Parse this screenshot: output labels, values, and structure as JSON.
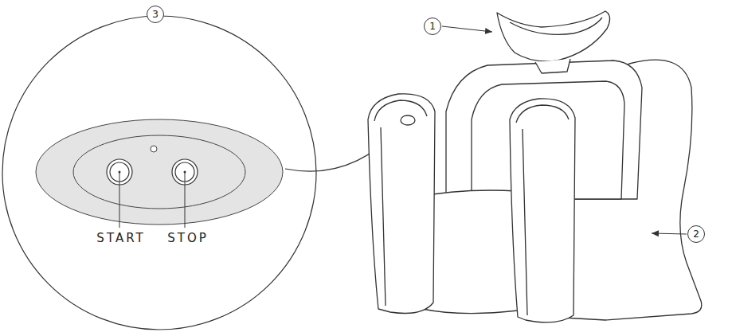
{
  "diagram": {
    "labels": [
      "1",
      "2",
      "3",
      "START",
      "STOP"
    ]
  }
}
